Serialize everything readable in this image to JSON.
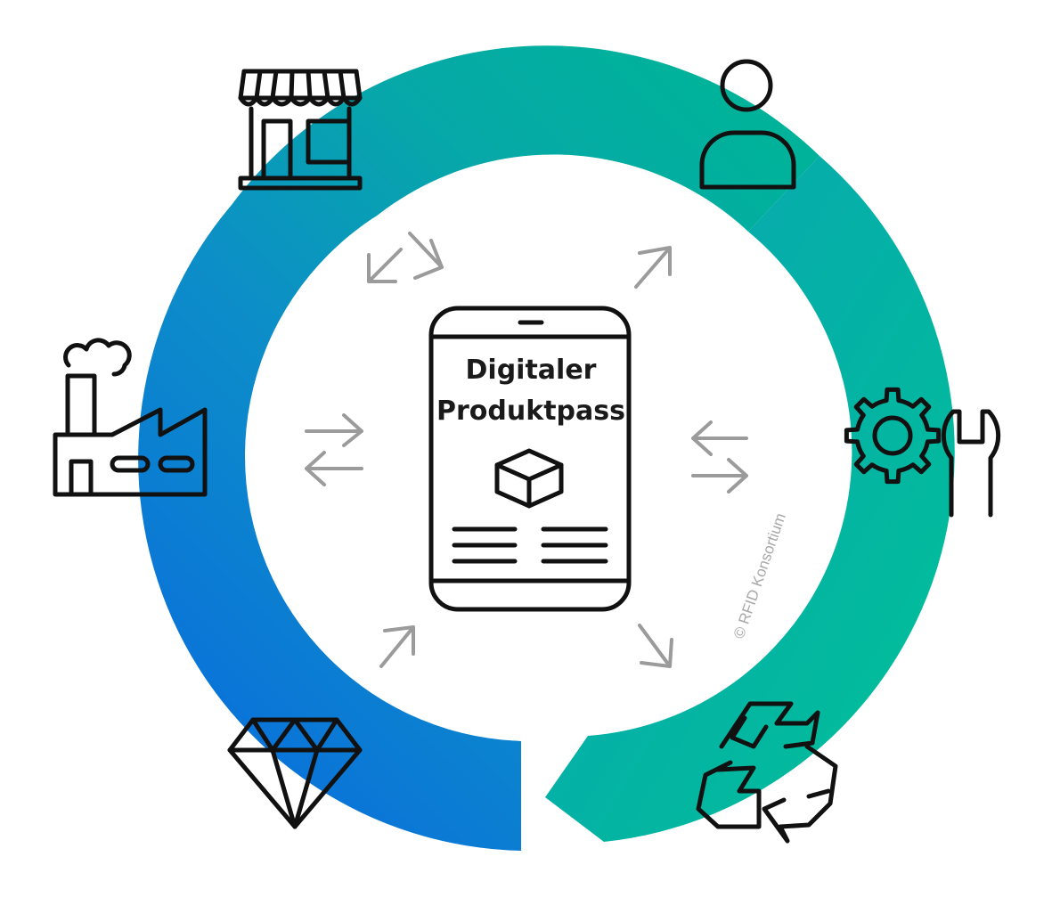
{
  "title": {
    "line1": "Digitaler",
    "line2": "Produktpass"
  },
  "copyright": "© RFID Konsortium",
  "colors": {
    "ring_start": "#0a6ddd",
    "ring_mid": "#0c96b8",
    "ring_end": "#00bf9a",
    "icon_stroke": "#111111",
    "arrow": "#9b9b9b"
  },
  "stations": [
    {
      "name": "store-icon"
    },
    {
      "name": "person-icon"
    },
    {
      "name": "gear-wrench-icon"
    },
    {
      "name": "recycle-icon"
    },
    {
      "name": "diamond-icon"
    },
    {
      "name": "factory-icon"
    }
  ]
}
